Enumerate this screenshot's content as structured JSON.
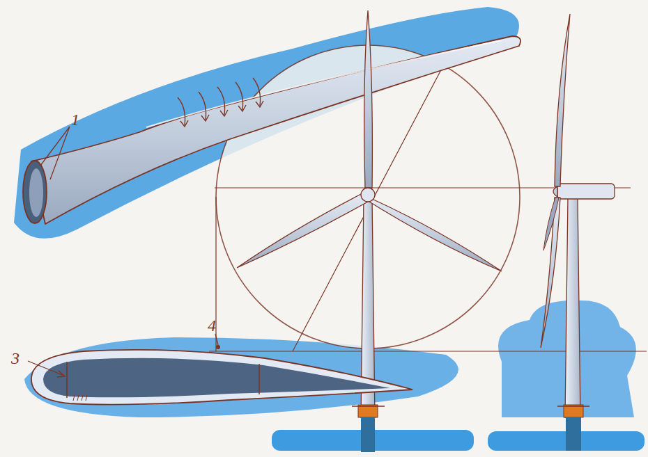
{
  "diagram": {
    "labels": [
      "1",
      "3",
      "4"
    ]
  }
}
